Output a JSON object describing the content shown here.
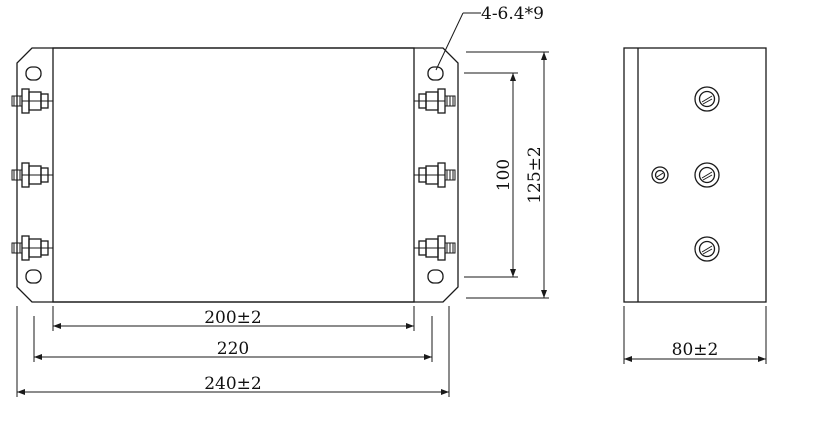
{
  "drawing": {
    "labels": {
      "hole_callout": "4-6.4*9",
      "dim_width_body": "200±2",
      "dim_hole_spacing_x": "220",
      "dim_overall_width": "240±2",
      "dim_hole_spacing_y": "100",
      "dim_overall_height": "125±2",
      "dim_depth": "80±2"
    },
    "colors": {
      "line": "#1a1a1a",
      "background": "#ffffff"
    }
  }
}
